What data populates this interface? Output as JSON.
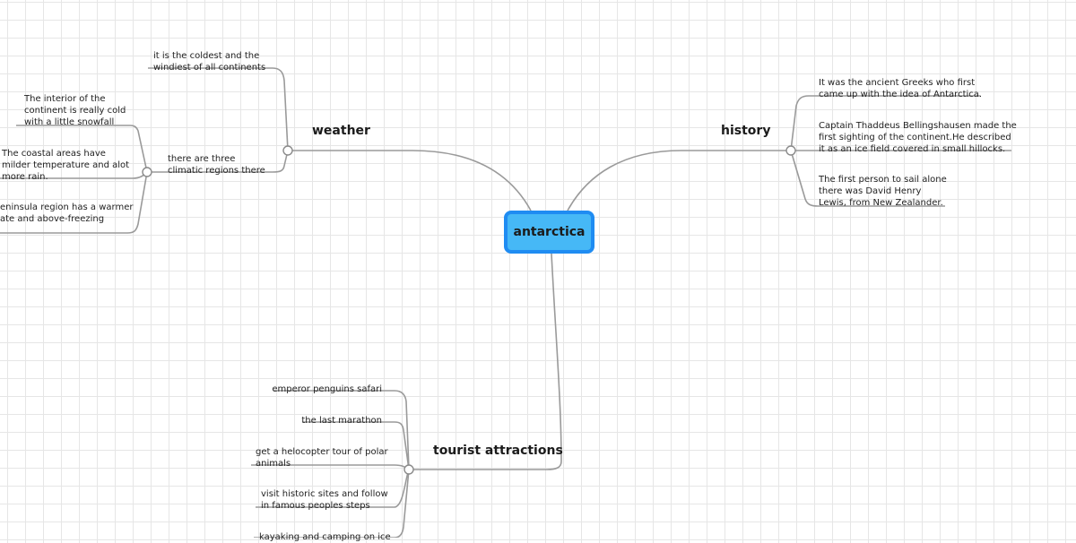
{
  "root": {
    "label": "antarctica"
  },
  "weather": {
    "label": "weather",
    "coldest": "it is the coldest and the\nwindiest of all continents",
    "climatic": {
      "label": "there are three\nclimatic regions there",
      "interior": "The interior of the\ncontinent is really cold\nwith a little snowfall",
      "coastal": "The coastal areas have\nmilder temperature and alot\nmore rain.",
      "peninsula": "eninsula region has a warmer\nate and above-freezing"
    }
  },
  "history": {
    "label": "history",
    "items": [
      "It was the ancient Greeks who first\ncame up with the idea of Antarctica.",
      "Captain Thaddeus Bellingshausen made the\nfirst sighting of the continent.He described\nit as an ice field covered in small hillocks.",
      "The first person to sail alone\nthere was David Henry\nLewis, from New Zealander."
    ]
  },
  "tourist": {
    "label": "tourist attractions",
    "items": [
      "emperor penguins safari",
      "the last marathon",
      "get a helocopter tour of polar\nanimals",
      "visit historic sites and follow\nin famous peoples steps",
      "kayaking and camping on ice"
    ]
  }
}
